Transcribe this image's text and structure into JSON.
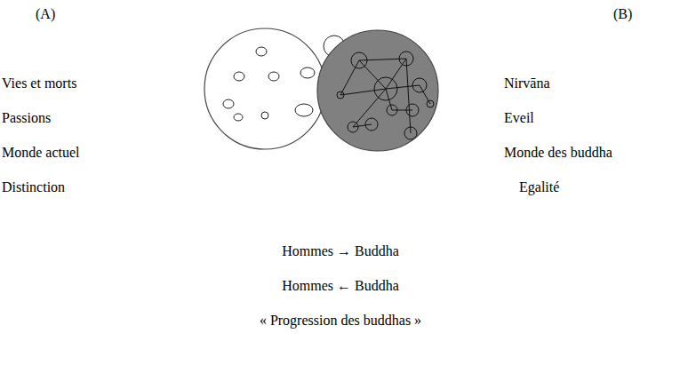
{
  "diagram": {
    "labels": [
      "(A)",
      "(B)",
      "Vies et morts",
      "Passions",
      "Monde actuel",
      "Distinction",
      "Nirvāna",
      "Eveil",
      "Monde des buddha",
      "Egalité",
      "Hommes → Buddha",
      "Hommes ← Buddha",
      "« Progression des buddhas »"
    ]
  }
}
